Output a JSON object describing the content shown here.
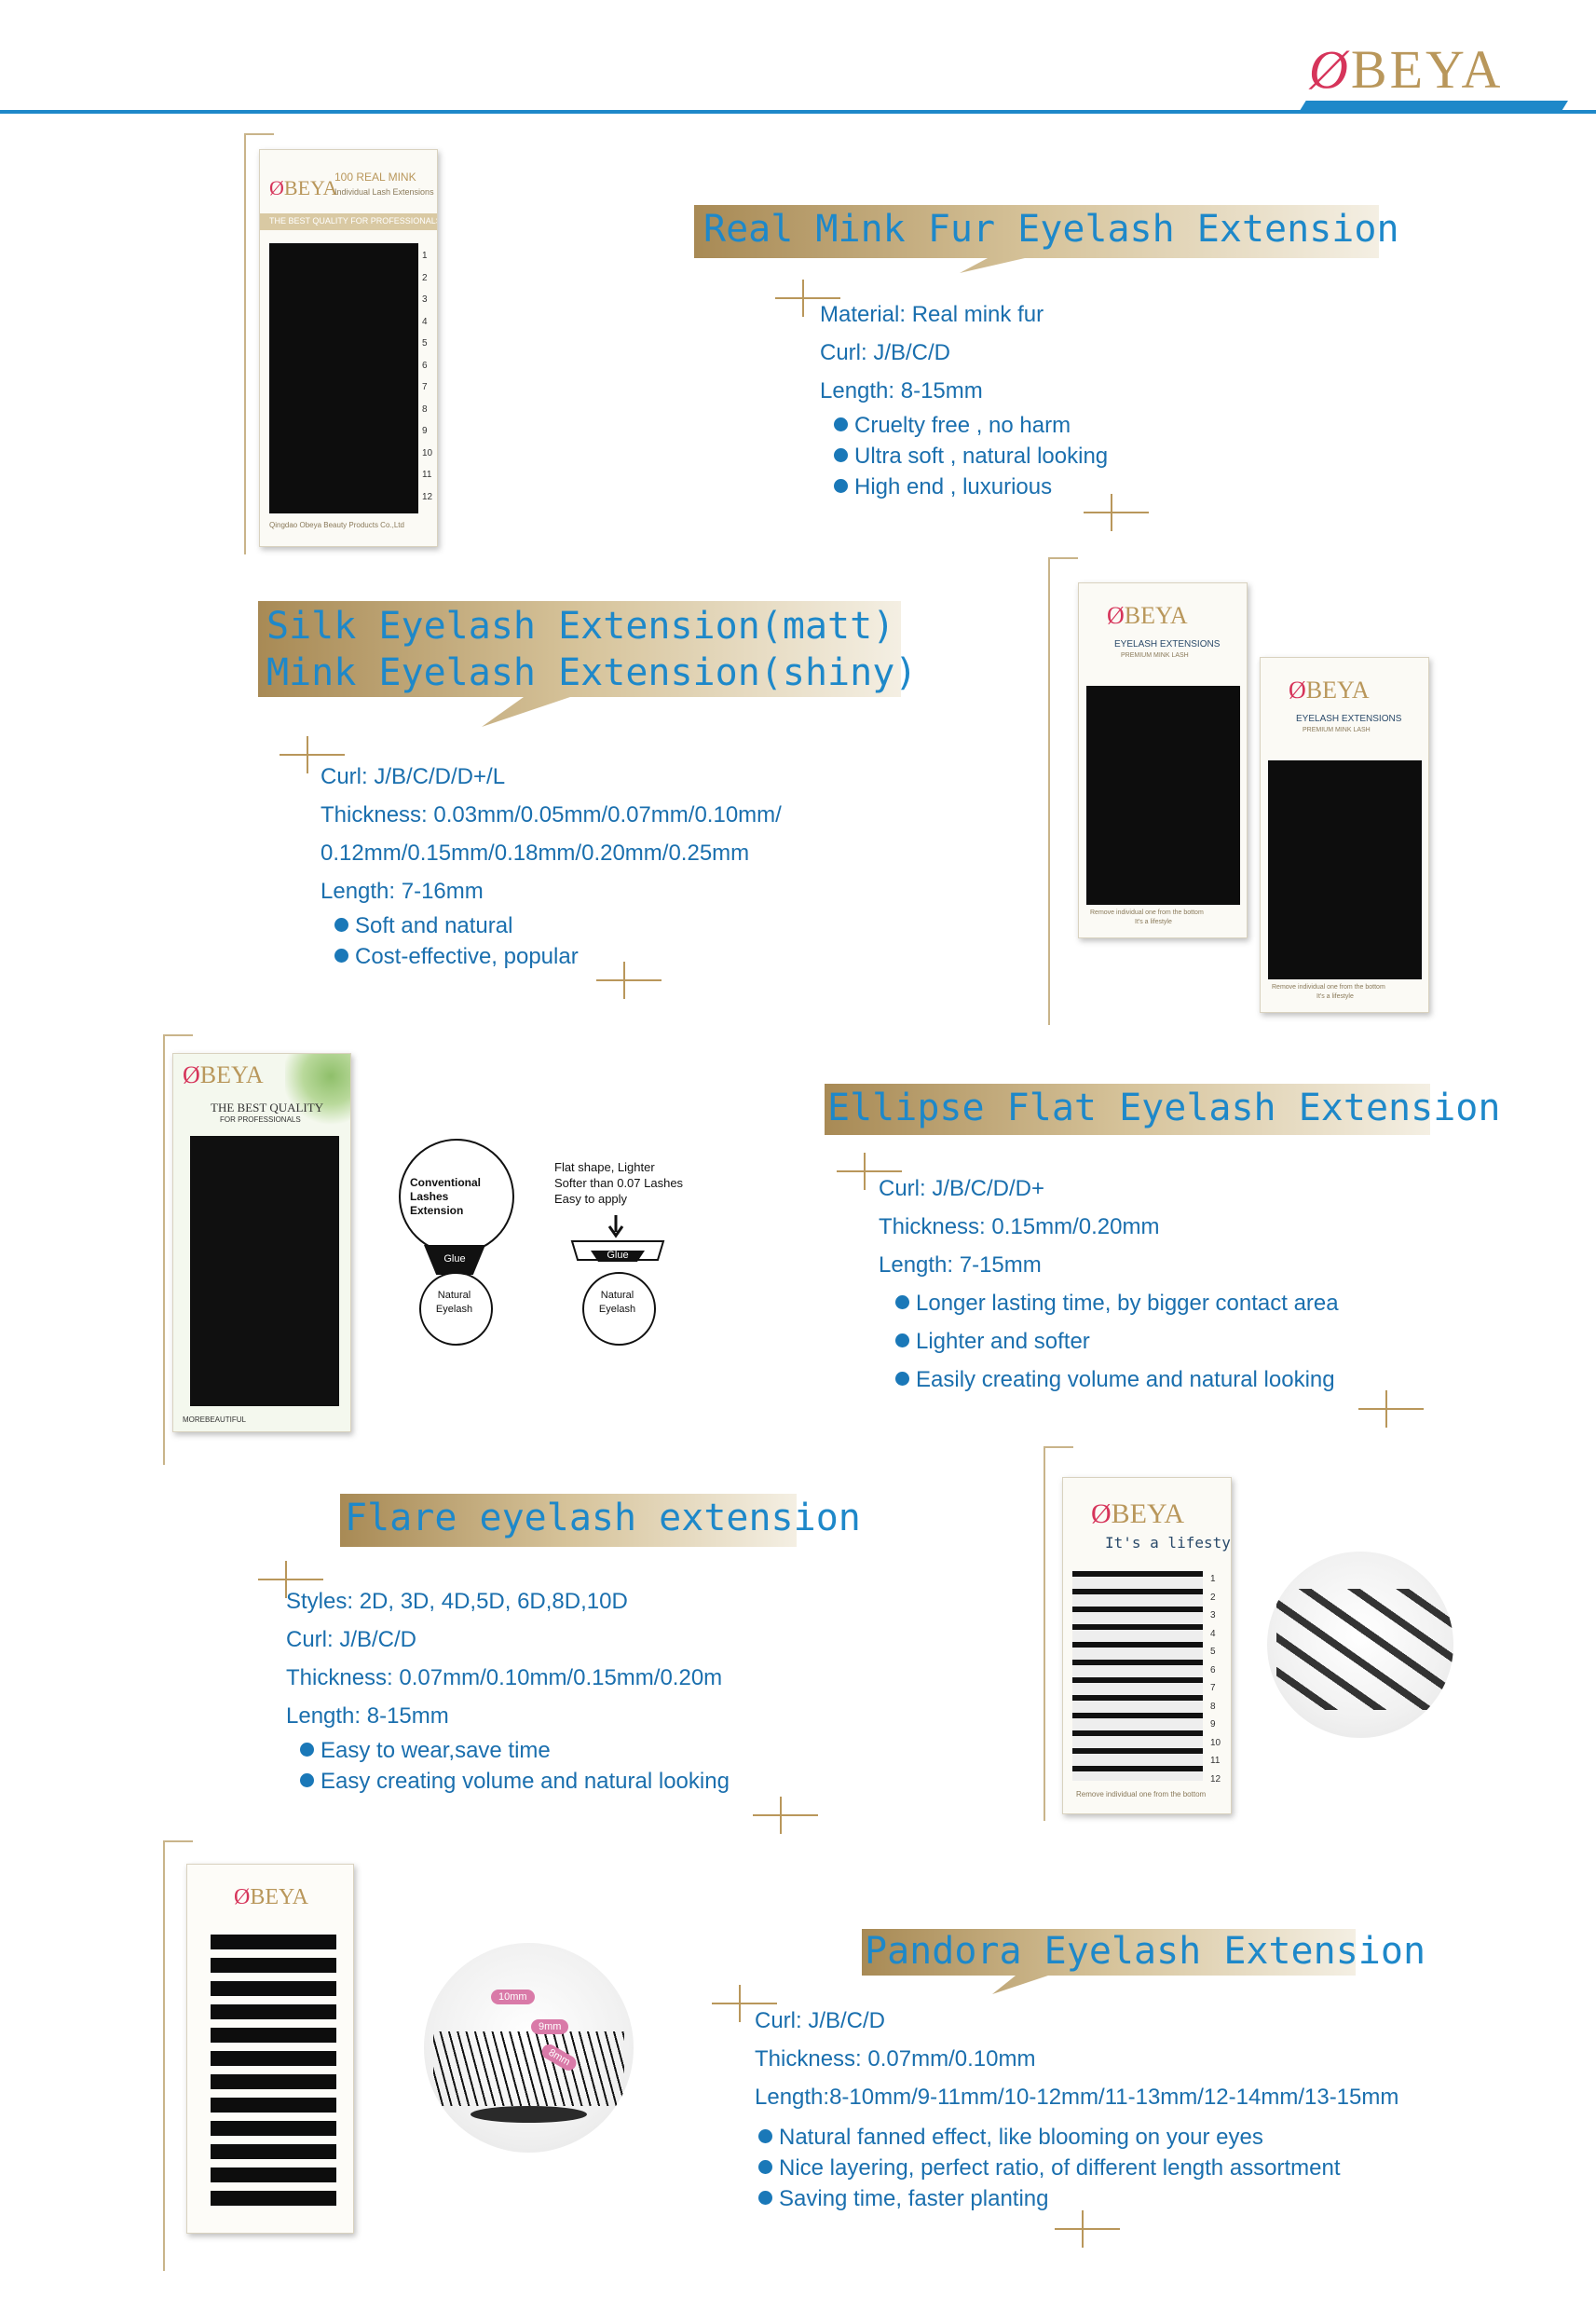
{
  "brand": {
    "logo_text": "BEYA",
    "logo_initial": "Ø"
  },
  "sections": {
    "mink": {
      "title": "Real Mink Fur Eyelash Extension",
      "lines": [
        "Material: Real mink fur",
        "Curl: J/B/C/D",
        "Length: 8-15mm"
      ],
      "bullets": [
        "Cruelty free , no harm",
        "Ultra soft , natural looking",
        "High end , luxurious"
      ],
      "box": {
        "title": "100 REAL MINK",
        "subtitle": "Individual Lash Extensions",
        "band": "THE BEST QUALITY FOR PROFESSIONALS",
        "company": "Qingdao Obeya Beauty Products Co.,Ltd",
        "numbers": [
          "1",
          "2",
          "3",
          "4",
          "5",
          "6",
          "7",
          "8",
          "9",
          "10",
          "11",
          "12"
        ]
      }
    },
    "silk": {
      "title_line1": "Silk Eyelash Extension(matt)",
      "title_line2": "Mink Eyelash Extension(shiny)",
      "lines": [
        "Curl: J/B/C/D/D+/L",
        "Thickness: 0.03mm/0.05mm/0.07mm/0.10mm/",
        "0.12mm/0.15mm/0.18mm/0.20mm/0.25mm",
        "Length: 7-16mm"
      ],
      "bullets": [
        "Soft and natural",
        "Cost-effective, popular"
      ],
      "box": {
        "title": "EYELASH EXTENSIONS",
        "subtitle": "PREMIUM MINK LASH",
        "footer1": "Remove individual one from the bottom",
        "footer2": "It's a lifestyle"
      }
    },
    "ellipse": {
      "title": "Ellipse Flat Eyelash Extension",
      "lines": [
        "Curl: J/B/C/D/D+",
        "Thickness: 0.15mm/0.20mm",
        "Length: 7-15mm"
      ],
      "bullets": [
        "Longer lasting time, by bigger contact area",
        "Lighter and softer",
        "Easily creating volume and natural looking"
      ],
      "box": {
        "band1": "THE BEST QUALITY",
        "band2": "FOR PROFESSIONALS",
        "footer": "MOREBEAUTIFUL"
      },
      "diagram": {
        "conventional": "Conventional\nLashes\nExtension",
        "flat_note1": "Flat shape, Lighter",
        "flat_note2": "Softer than 0.07 Lashes",
        "flat_note3": "Easy to apply",
        "glue": "Glue",
        "natural": "Natural\nEyelash"
      }
    },
    "flare": {
      "title": "Flare eyelash extension",
      "lines": [
        "Styles: 2D, 3D, 4D,5D, 6D,8D,10D",
        "Curl: J/B/C/D",
        "Thickness: 0.07mm/0.10mm/0.15mm/0.20m",
        "Length: 8-15mm"
      ],
      "bullets": [
        "Easy to wear,save time",
        "Easy creating volume and natural looking"
      ],
      "box": {
        "tagline": "It's a lifestyle",
        "footer": "Remove individual one from the bottom",
        "numbers": [
          "1",
          "2",
          "3",
          "4",
          "5",
          "6",
          "7",
          "8",
          "9",
          "10",
          "11",
          "12"
        ]
      }
    },
    "pandora": {
      "title": "Pandora Eyelash Extension",
      "lines": [
        "Curl: J/B/C/D",
        "Thickness: 0.07mm/0.10mm",
        "Length:8-10mm/9-11mm/10-12mm/11-13mm/12-14mm/13-15mm"
      ],
      "bullets": [
        "Natural fanned effect, like blooming on your eyes",
        "Nice layering, perfect ratio, of different length assortment",
        "Saving time, faster planting"
      ],
      "tags": [
        "10mm",
        "9mm",
        "8mm"
      ]
    }
  },
  "colors": {
    "accent_blue": "#1e88c9",
    "text_blue": "#1a6fae",
    "gold": "#b9975b",
    "pink": "#d6345a"
  }
}
